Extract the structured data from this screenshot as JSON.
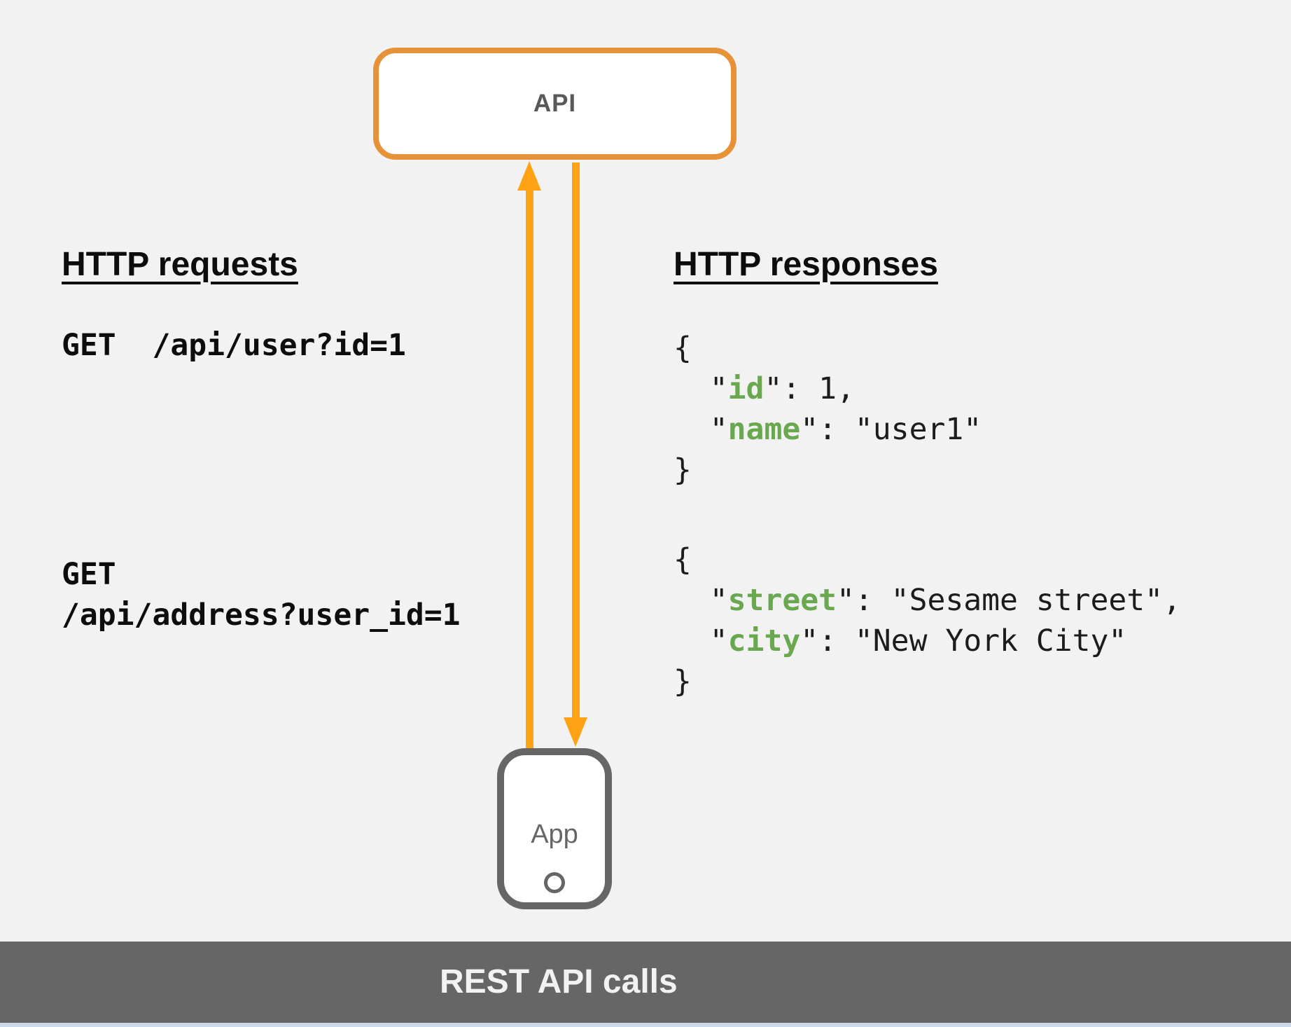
{
  "background": "#F2F2F2",
  "colors": {
    "api_box_border": "#E79138",
    "arrow_orange": "#FFA214",
    "json_key_green": "#6AA84F",
    "device_gray": "#666666",
    "heading_text": "#0D0D0D",
    "code_text": "#1C1C1C",
    "footer_bar": "#666666",
    "footer_text": "#F2F2F2",
    "bottom_strip": "#CDD9EA"
  },
  "nodes": {
    "api": {
      "label": "API"
    },
    "app": {
      "label": "App"
    }
  },
  "requests": {
    "heading": "HTTP requests",
    "items": [
      {
        "lines": [
          "GET  /api/user?id=1"
        ]
      },
      {
        "lines": [
          "GET",
          "/api/address?user_id=1"
        ]
      }
    ]
  },
  "responses": {
    "heading": "HTTP responses",
    "blocks": [
      {
        "open": "{",
        "entries": [
          {
            "key": "id",
            "value": "1",
            "value_quoted": false,
            "comma": true
          },
          {
            "key": "name",
            "value": "user1",
            "value_quoted": true,
            "comma": false
          }
        ],
        "close": "}"
      },
      {
        "open": "{",
        "entries": [
          {
            "key": "street",
            "value": "Sesame street",
            "value_quoted": true,
            "comma": true
          },
          {
            "key": "city",
            "value": "New York City",
            "value_quoted": true,
            "comma": false
          }
        ],
        "close": "}"
      }
    ]
  },
  "footer": {
    "caption": "REST API calls"
  }
}
